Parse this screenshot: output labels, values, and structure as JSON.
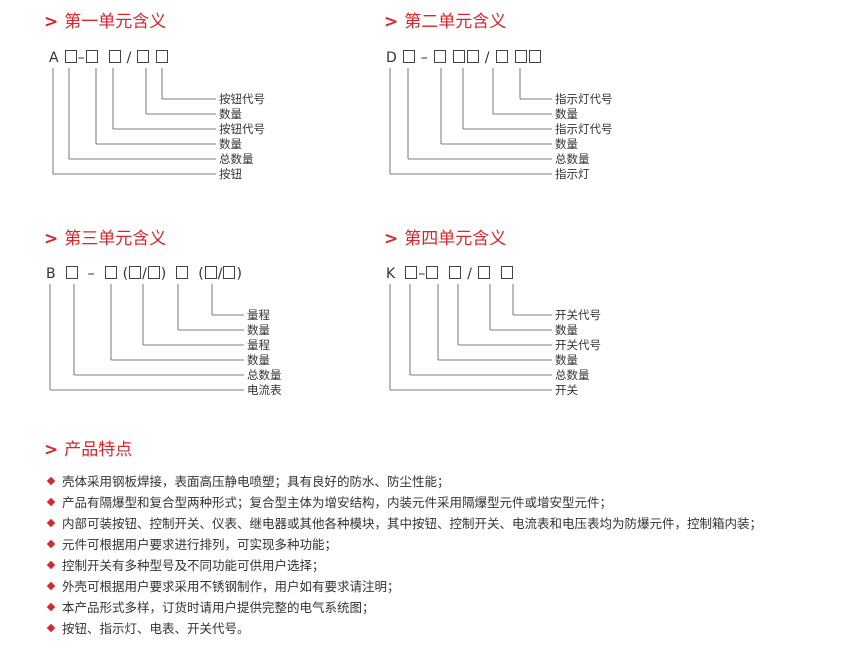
{
  "sections": {
    "s1": {
      "chevron": ">",
      "title": "第一单元含义"
    },
    "s2": {
      "chevron": ">",
      "title": "第二单元含义"
    },
    "s3": {
      "chevron": ">",
      "title": "第三单元含义"
    },
    "s4": {
      "chevron": ">",
      "title": "第四单元含义"
    },
    "s5": {
      "chevron": ">",
      "title": "产品特点"
    }
  },
  "codes": {
    "c1": {
      "prefix": "A",
      "dash": "–",
      "slash": "/"
    },
    "c2": {
      "prefix": "D",
      "dash": "–",
      "slash": "/"
    },
    "c3": {
      "prefix": "B",
      "dash": "–",
      "lp": "(",
      "slash": "/",
      "rp": ")"
    },
    "c4": {
      "prefix": "K",
      "dash": "–",
      "slash": "/"
    }
  },
  "labels": {
    "u1": [
      "按钮代号",
      "数量",
      "按钮代号",
      "数量",
      "总数量",
      "按钮"
    ],
    "u2": [
      "指示灯代号",
      "数量",
      "指示灯代号",
      "数量",
      "总数量",
      "指示灯"
    ],
    "u3": [
      "量程",
      "数量",
      "量程",
      "数量",
      "总数量",
      "电流表"
    ],
    "u4": [
      "开关代号",
      "数量",
      "开关代号",
      "数量",
      "总数量",
      "开关"
    ]
  },
  "features": [
    "壳体采用钢板焊接，表面高压静电喷塑；具有良好的防水、防尘性能；",
    "产品有隔爆型和复合型两种形式；复合型主体为增安结构，内装元件采用隔爆型元件或增安型元件；",
    "内部可装按钮、控制开关、仪表、继电器或其他各种模块，其中按钮、控制开关、电流表和电压表均为防爆元件，控制箱内装；",
    "元件可根据用户要求进行排列，可实现多种功能；",
    "控制开关有多种型号及不同功能可供用户选择；",
    "外壳可根据用户要求采用不锈钢制作，用户如有要求请注明；",
    "本产品形式多样，订货时请用户提供完整的电气系统图；",
    "按钮、指示灯、电表、开关代号。"
  ],
  "accent_color": "#d7262c"
}
